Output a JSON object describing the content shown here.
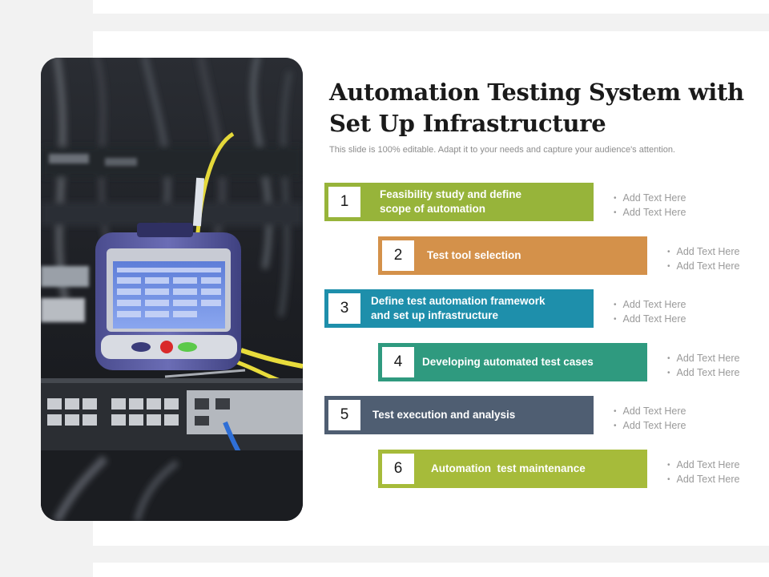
{
  "title": "Automation Testing System with Set Up Infrastructure",
  "subtitle": "This slide is 100% editable. Adapt it to your needs and capture your audience's attention.",
  "image": {
    "icon": "network-tester-photo"
  },
  "steps": [
    {
      "number": "1",
      "label": "Feasibility study and define scope of automation",
      "color": "#97b43a",
      "bullets": [
        "Add Text Here",
        "Add Text Here"
      ]
    },
    {
      "number": "2",
      "label": "Test tool selection",
      "color": "#d4914a",
      "bullets": [
        "Add Text Here",
        "Add Text Here"
      ]
    },
    {
      "number": "3",
      "label": "Define test automation framework and set up infrastructure",
      "color": "#1e8fab",
      "bullets": [
        "Add Text Here",
        "Add Text Here"
      ]
    },
    {
      "number": "4",
      "label": "Developing automated test cases",
      "color": "#2f9a7f",
      "bullets": [
        "Add Text Here",
        "Add Text Here"
      ]
    },
    {
      "number": "5",
      "label": "Test execution and analysis",
      "color": "#4f5e72",
      "bullets": [
        "Add Text Here",
        "Add Text Here"
      ]
    },
    {
      "number": "6",
      "label": "Automation  test maintenance",
      "color": "#a6bb3a",
      "bullets": [
        "Add Text Here",
        "Add Text Here"
      ]
    }
  ]
}
